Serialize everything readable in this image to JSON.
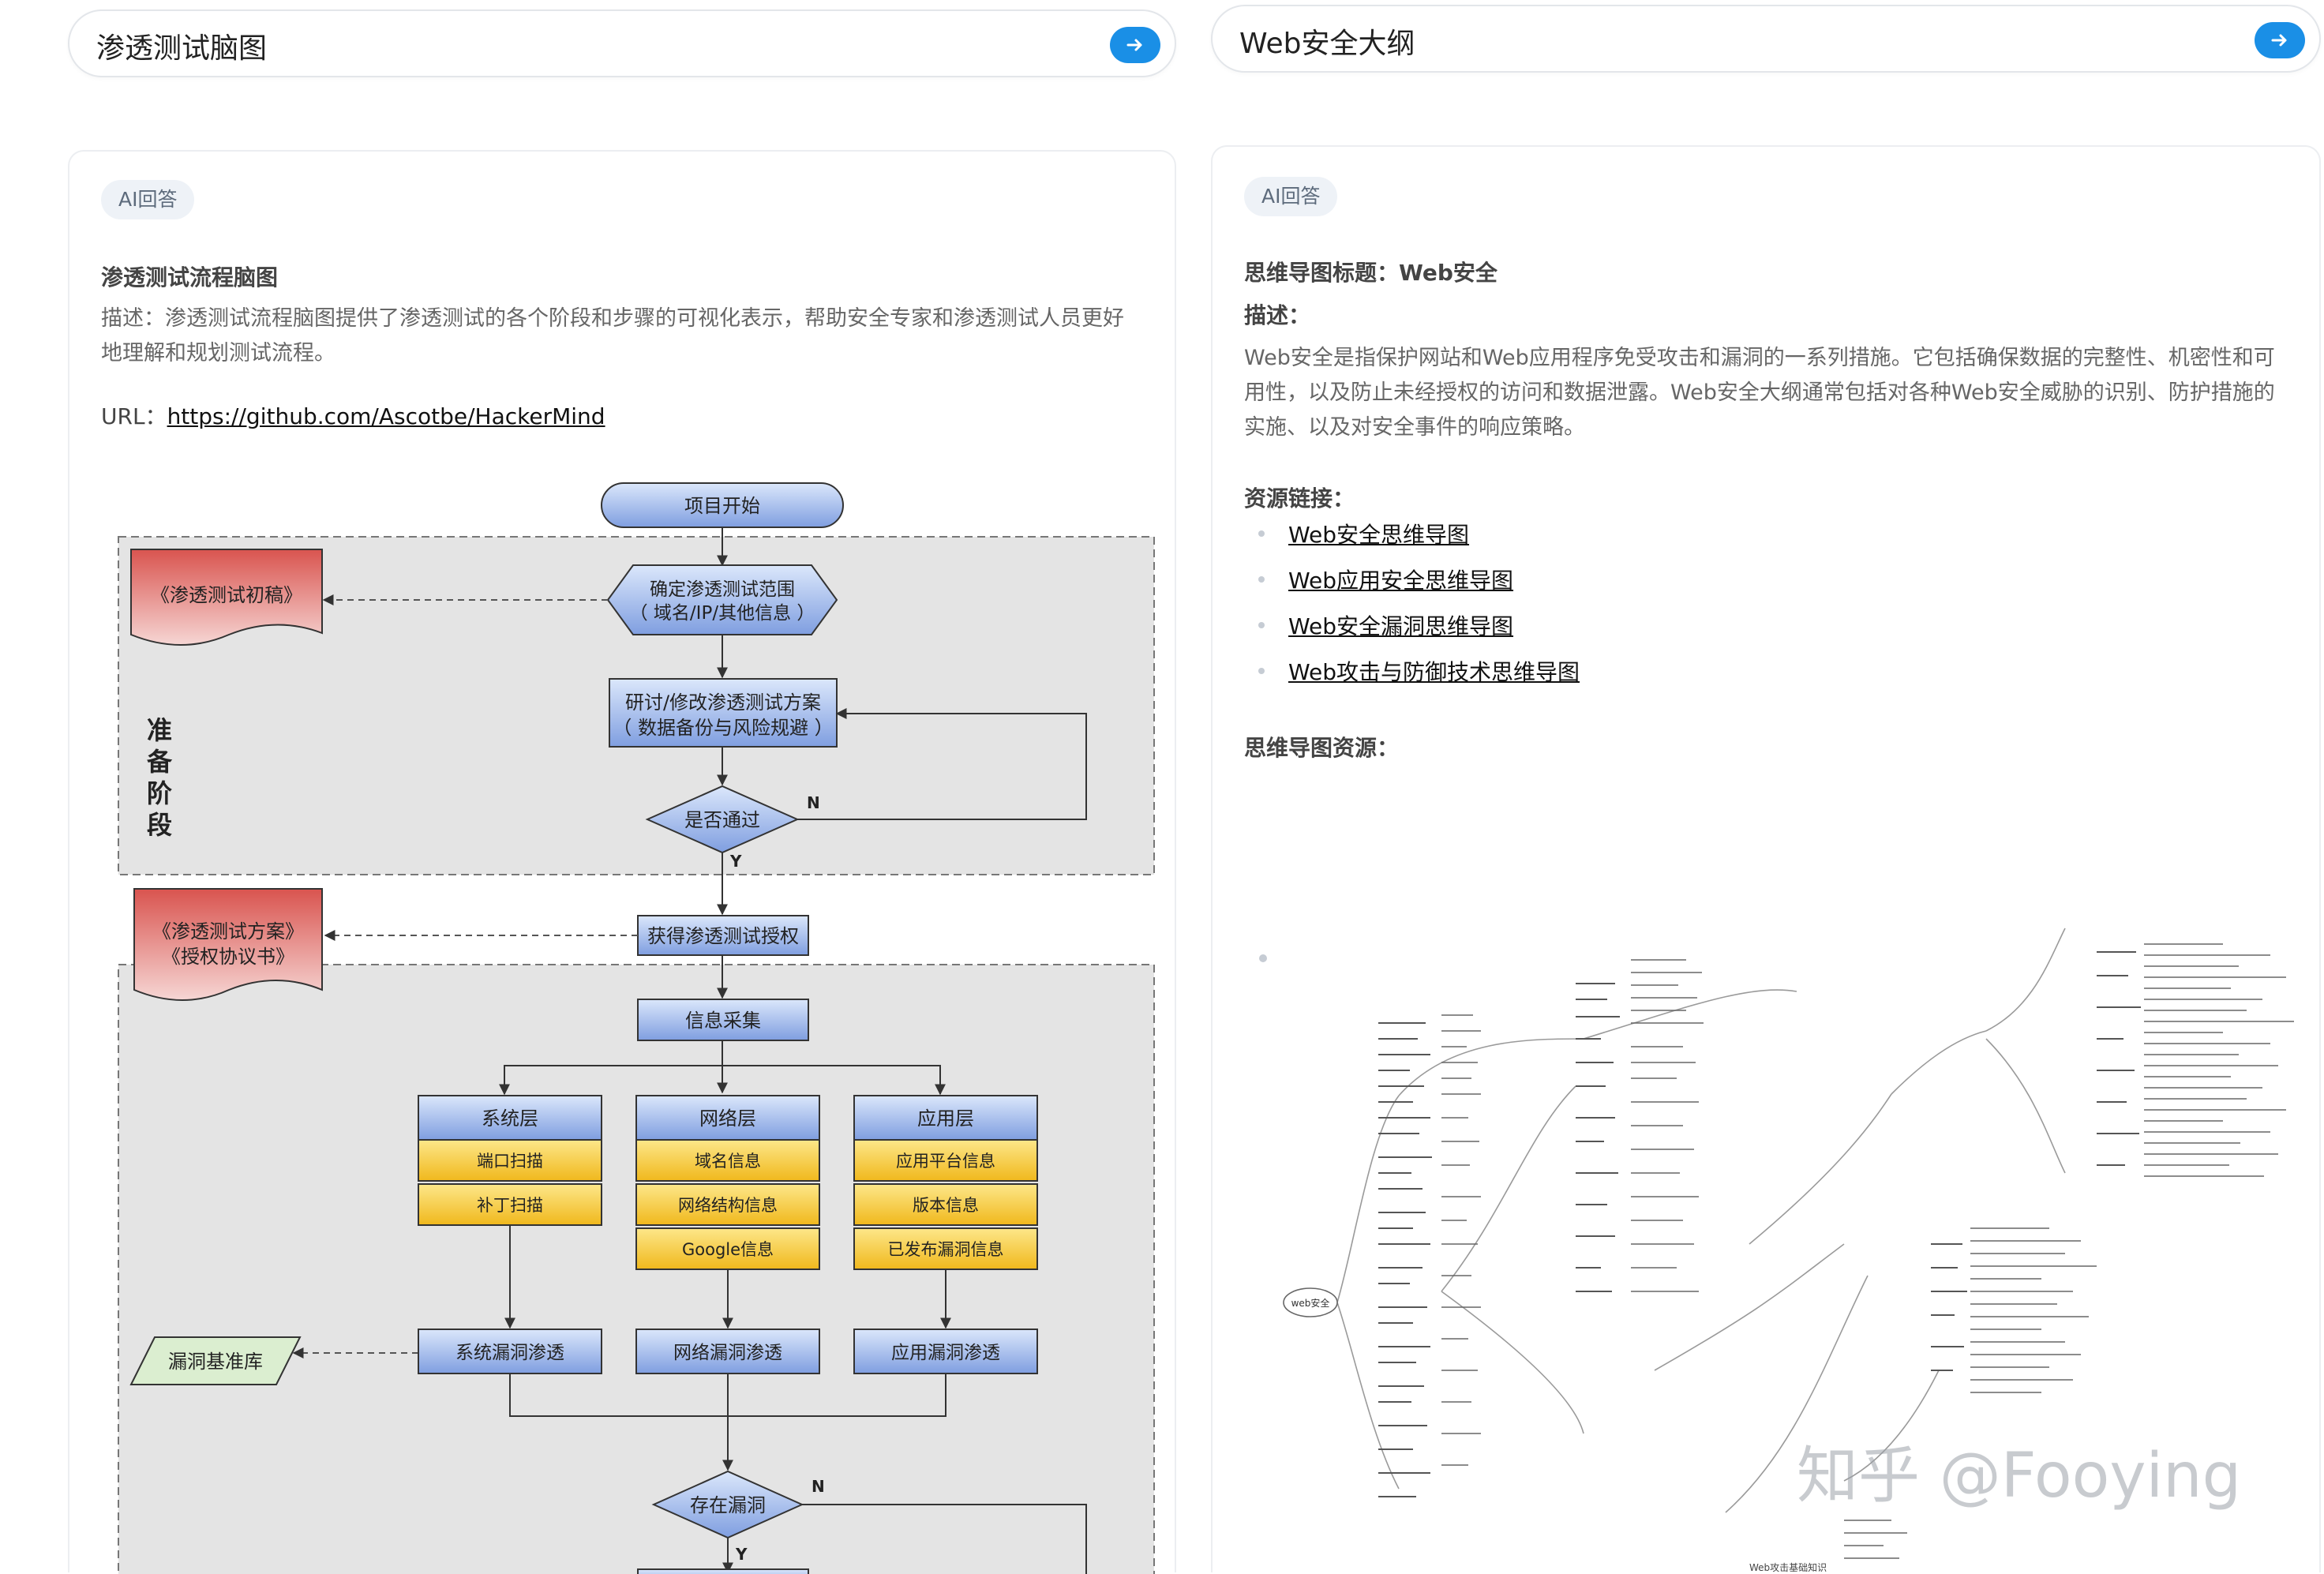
{
  "left": {
    "search_text": "渗透测试脑图",
    "badge": "AI回答",
    "heading": "渗透测试流程脑图",
    "description": "描述：渗透测试流程脑图提供了渗透测试的各个阶段和步骤的可视化表示，帮助安全专家和渗透测试人员更好地理解和规划测试流程。",
    "url_label": "URL：",
    "url": "https://github.com/Ascotbe/HackerMind",
    "flowchart": {
      "start": "项目开始",
      "scope_line1": "确定渗透测试范围",
      "scope_line2": "（ 域名/IP/其他信息 ）",
      "plan_line1": "研讨/修改渗透测试方案",
      "plan_line2": "（ 数据备份与风险规避 ）",
      "pass_check": "是否通过",
      "n_label": "N",
      "y_label": "Y",
      "draft_doc": "《渗透测试初稿》",
      "prep_phase": [
        "准",
        "备",
        "阶",
        "段"
      ],
      "plan_doc_line1": "《渗透测试方案》",
      "plan_doc_line2": "《授权协议书》",
      "authorize": "获得渗透测试授权",
      "info_gather": "信息采集",
      "system_layer": "系统层",
      "network_layer": "网络层",
      "app_layer": "应用层",
      "port_scan": "端口扫描",
      "patch_scan": "补丁扫描",
      "domain_info": "域名信息",
      "net_struct_info": "网络结构信息",
      "google_info": "Google信息",
      "app_platform_info": "应用平台信息",
      "version_info": "版本信息",
      "published_vuln_info": "已发布漏洞信息",
      "vuln_db": "漏洞基准库",
      "sys_pentest": "系统漏洞渗透",
      "net_pentest": "网络漏洞渗透",
      "app_pentest": "应用漏洞渗透",
      "vuln_exists": "存在漏洞"
    }
  },
  "right": {
    "search_text": "Web安全大纲",
    "badge": "AI回答",
    "title_line": "思维导图标题：Web安全",
    "desc_label": "描述：",
    "description": "Web安全是指保护网站和Web应用程序免受攻击和漏洞的一系列措施。它包括确保数据的完整性、机密性和可用性，以及防止未经授权的访问和数据泄露。Web安全大纲通常包括对各种Web安全威胁的识别、防护措施的实施、以及对安全事件的响应策略。",
    "resources_label": "资源链接：",
    "links": [
      "Web安全思维导图",
      "Web应用安全思维导图",
      "Web安全漏洞思维导图",
      "Web攻击与防御技术思维导图"
    ],
    "mindmap_label": "思维导图资源：",
    "mindmap_root": "web安全",
    "mindmap_second": "Web攻击基础知识",
    "watermark": "知乎 @Fooying"
  },
  "colors": {
    "accent": "#1a8fe6",
    "flow_blue": "#8fb1e6",
    "flow_yellow": "#f7cf3a",
    "flow_red": "#e59a96",
    "flow_green": "#dbeed0",
    "phase_bg": "#e4e4e4"
  }
}
